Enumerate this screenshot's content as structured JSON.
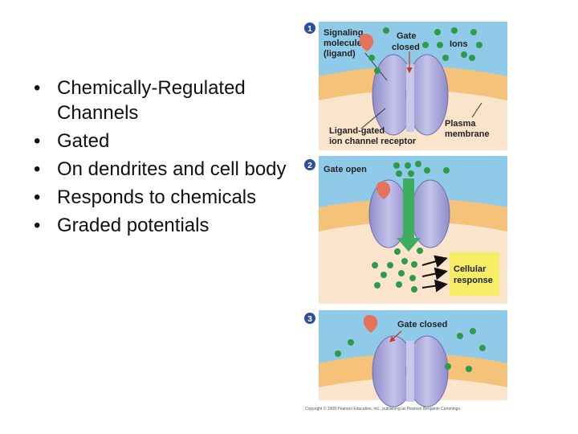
{
  "bullets": [
    "Chemically-Regulated Channels",
    "Gated",
    "On dendrites and cell body",
    "Responds to chemicals",
    "Graded potentials"
  ],
  "figure": {
    "panel1": {
      "number": "1",
      "signaling_line1": "Signaling",
      "signaling_line2": "molecule",
      "signaling_line3": "(ligand)",
      "gate_line1": "Gate",
      "gate_line2": "closed",
      "ions": "Ions",
      "receptor_line1": "Ligand-gated",
      "receptor_line2": "ion channel receptor",
      "membrane_line1": "Plasma",
      "membrane_line2": "membrane"
    },
    "panel2": {
      "number": "2",
      "gate_open": "Gate open",
      "response_line1": "Cellular",
      "response_line2": "response"
    },
    "panel3": {
      "number": "3",
      "gate_closed": "Gate closed"
    },
    "copyright": "Copyright © 2008 Pearson Education, Inc., publishing as Pearson Benjamin Cummings."
  },
  "colors": {
    "sky": "#8fcbe8",
    "membrane": "#f5c27a",
    "inside": "#fbe4cc",
    "channel": "#a7a6d9",
    "ion": "#2f9a4a",
    "ligand": "#e5735c",
    "response_box": "#f7ec66"
  }
}
